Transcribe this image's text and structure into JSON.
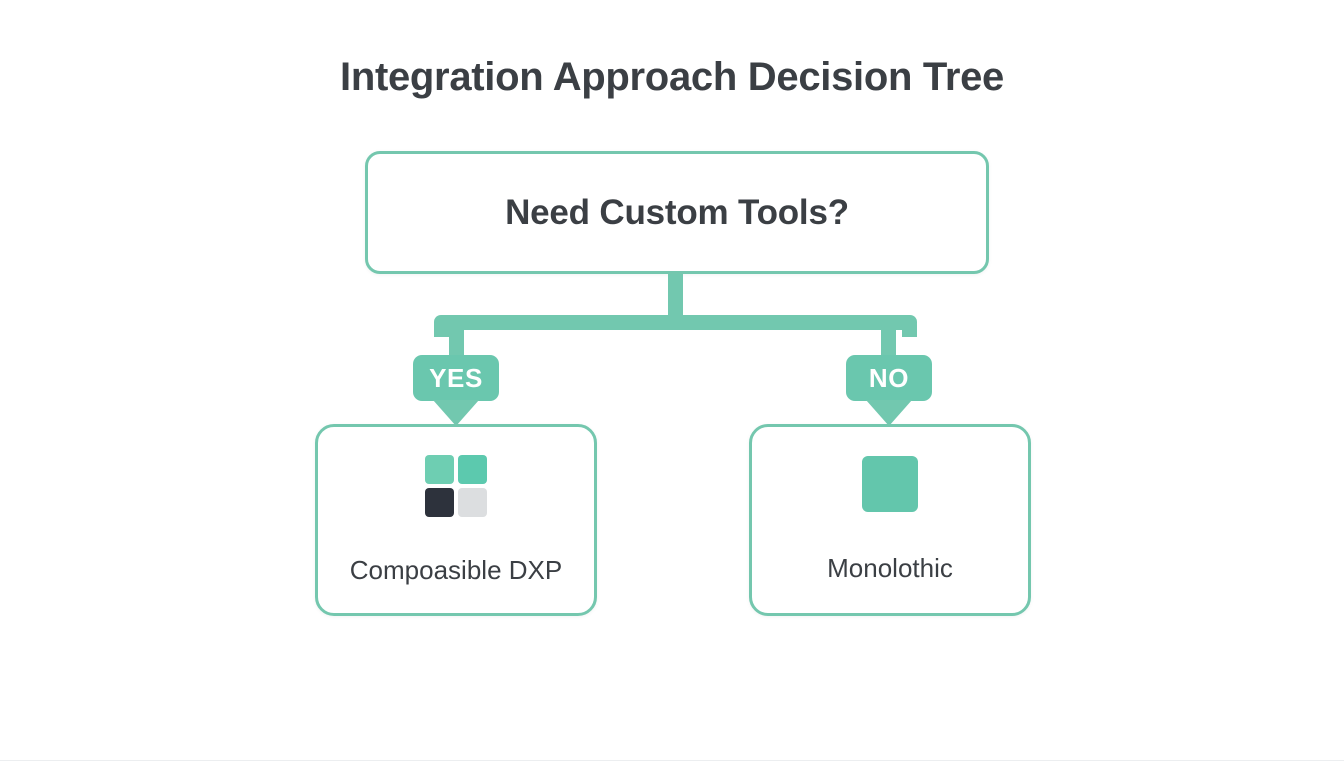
{
  "page": {
    "title": "Integration Approach Decision Tree",
    "background_color": "#ffffff"
  },
  "theme": {
    "accent_teal": "#72c8af",
    "border_teal": "#74c7ae",
    "badge_teal": "#6ac7ae",
    "text_dark": "#3b3f44",
    "text_on_accent": "#ffffff",
    "icon_teal_light": "#6eceb2",
    "icon_teal": "#5cc9ae",
    "icon_charcoal": "#2d323c",
    "icon_gray": "#dcdee0"
  },
  "decision": {
    "question": "Need Custom Tools?"
  },
  "branches": [
    {
      "id": "yes",
      "label": "YES",
      "leads_to": "Compoasible DXP"
    },
    {
      "id": "no",
      "label": "NO",
      "leads_to": "Monolothic"
    }
  ],
  "outcomes": [
    {
      "id": "composable-dxp",
      "label": "Compoasible DXP",
      "icon": "grid-2x2-icon",
      "icon_cells": [
        {
          "name": "cell-top-left",
          "color": "#6eceb2"
        },
        {
          "name": "cell-top-right",
          "color": "#5cc9ae"
        },
        {
          "name": "cell-bottom-left",
          "color": "#2d323c"
        },
        {
          "name": "cell-bottom-right",
          "color": "#dcdee0"
        }
      ]
    },
    {
      "id": "monolithic",
      "label": "Monolothic",
      "icon": "solid-square-icon",
      "icon_color": "#63c6ac"
    }
  ],
  "chart_data": {
    "type": "diagram",
    "diagram_type": "decision-tree",
    "title": "Integration Approach Decision Tree",
    "nodes": [
      {
        "id": "root",
        "text": "Need Custom Tools?",
        "kind": "decision"
      },
      {
        "id": "composable-dxp",
        "text": "Compoasible DXP",
        "kind": "outcome"
      },
      {
        "id": "monolithic",
        "text": "Monolothic",
        "kind": "outcome"
      }
    ],
    "edges": [
      {
        "from": "root",
        "to": "composable-dxp",
        "label": "YES"
      },
      {
        "from": "root",
        "to": "monolithic",
        "label": "NO"
      }
    ]
  }
}
